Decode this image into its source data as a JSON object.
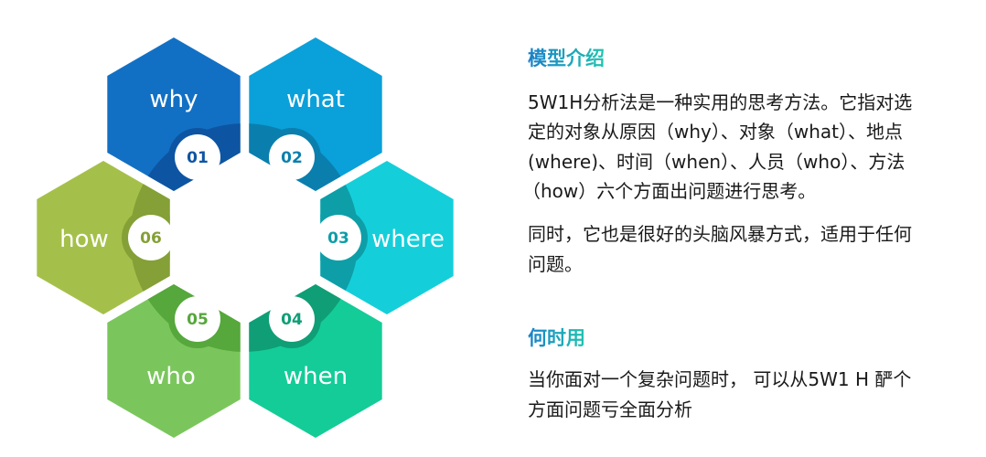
{
  "diagram": {
    "items": [
      {
        "num": "01",
        "label": "why",
        "color": "#1270c4",
        "dark": "#0d55a2"
      },
      {
        "num": "02",
        "label": "what",
        "color": "#0aa0da",
        "dark": "#0a7fae"
      },
      {
        "num": "03",
        "label": "where",
        "color": "#14cfda",
        "dark": "#0e9ea8"
      },
      {
        "num": "04",
        "label": "when",
        "color": "#14cc98",
        "dark": "#0f9e76"
      },
      {
        "num": "05",
        "label": "who",
        "color": "#7ac65c",
        "dark": "#56a73c"
      },
      {
        "num": "06",
        "label": "how",
        "color": "#a5c04a",
        "dark": "#84a036"
      }
    ]
  },
  "intro": {
    "title": "模型介绍",
    "lines": [
      "5W1H分析法是一种实用的思考方法。它指对选",
      "定的对象从原因（why）、对象（what）、地点",
      "(where)、时间（when）、人员（who）、方法",
      "（how）六个方面出问题进行思考。"
    ],
    "lines2": [
      "同时，它也是很好的头脑风暴方式，适用于任何",
      "问题。"
    ]
  },
  "when_to_use": {
    "title": "何时用",
    "lines": [
      "当你面对一个复杂问题时， 可以从5W1 H 酽个",
      "方面问题亏全面分析"
    ]
  }
}
